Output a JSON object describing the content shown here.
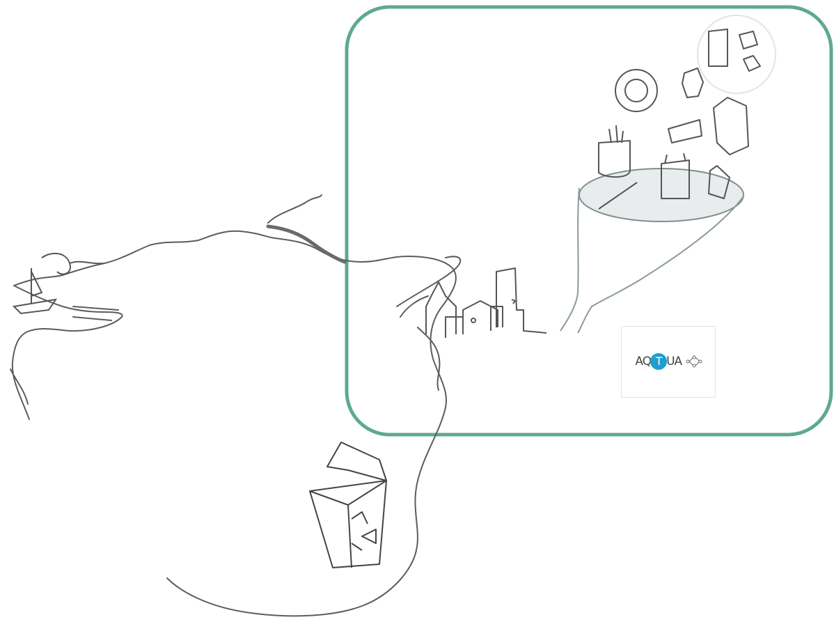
{
  "logo": {
    "prefix": "AQ",
    "accent_letter": "T",
    "suffix": "UA",
    "accent_color": "#1d9fd0"
  },
  "frame": {
    "border_color": "#5fa893"
  },
  "sketch": {
    "stroke_color": "#555555",
    "light_stroke_color": "#8a9a9a"
  }
}
